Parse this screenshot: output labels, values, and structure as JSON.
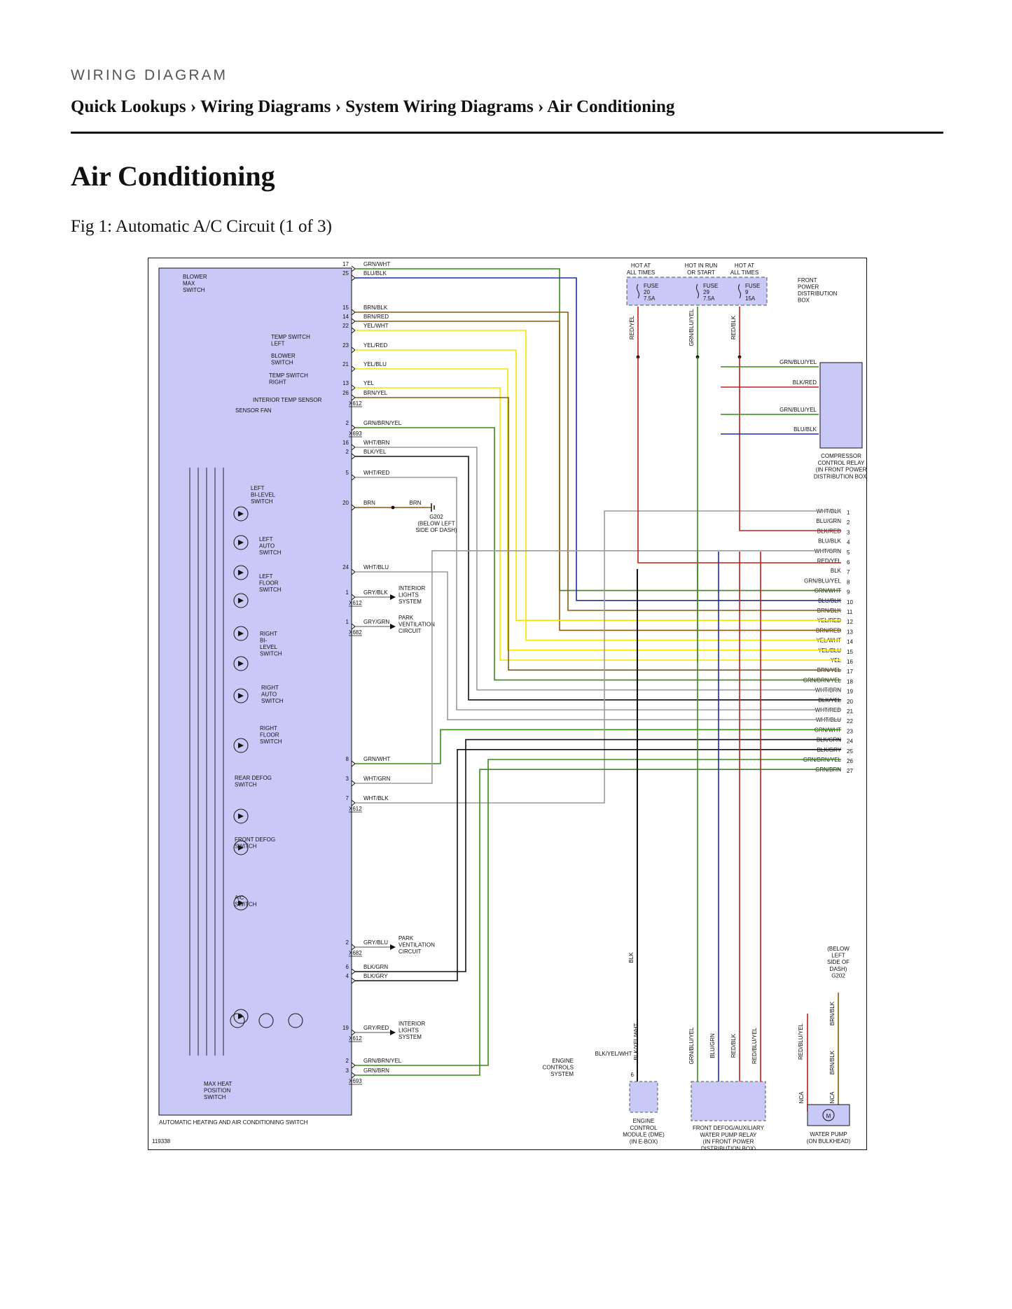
{
  "header": {
    "kicker": "WIRING DIAGRAM",
    "breadcrumb": "Quick Lookups › Wiring Diagrams › System Wiring Diagrams › Air Conditioning"
  },
  "page": {
    "title": "Air Conditioning",
    "figure_caption": "Fig 1: Automatic A/C Circuit (1 of 3)"
  },
  "colors": {
    "module_fill": "#c9c9f7",
    "GRN": "#3a8a1a",
    "BLU": "#1a2fa8",
    "BRN": "#8a5a10",
    "RED": "#c21e1e",
    "YEL": "#f2e600",
    "WHT": "#9a9a9a",
    "BLK": "#111111",
    "GRY": "#8a8a8a"
  },
  "diagram": {
    "figure_id": "119338",
    "module_label": "AUTOMATIC HEATING AND AIR CONDITIONING SWITCH",
    "hot_labels": [
      {
        "id": "h1",
        "lines": [
          "HOT AT",
          "ALL TIMES"
        ]
      },
      {
        "id": "h2",
        "lines": [
          "HOT IN RUN",
          "OR START"
        ]
      },
      {
        "id": "h3",
        "lines": [
          "HOT AT",
          "ALL TIMES"
        ]
      }
    ],
    "fuses": [
      {
        "id": "f20",
        "lines": [
          "FUSE",
          "20",
          "7.5A"
        ],
        "wire": "RED/YEL",
        "color": "RED"
      },
      {
        "id": "f29",
        "lines": [
          "FUSE",
          "29",
          "7.5A"
        ],
        "wire": "GRN/BLU/YEL",
        "color": "GRN"
      },
      {
        "id": "f9",
        "lines": [
          "FUSE",
          "9",
          "15A"
        ],
        "wire": "RED/BLK",
        "color": "RED"
      }
    ],
    "power_box_label": [
      "FRONT",
      "POWER",
      "DISTRIBUTION",
      "BOX"
    ],
    "module_switch_labels": [
      {
        "id": "blower-max",
        "lines": [
          "BLOWER",
          "MAX",
          "SWITCH"
        ]
      },
      {
        "id": "temp-left",
        "lines": [
          "TEMP SWITCH",
          "LEFT"
        ]
      },
      {
        "id": "blower-switch",
        "lines": [
          "BLOWER",
          "SWITCH"
        ]
      },
      {
        "id": "temp-right",
        "lines": [
          "TEMP SWITCH",
          "RIGHT"
        ]
      },
      {
        "id": "interior-temp",
        "lines": [
          "INTERIOR TEMP SENSOR"
        ]
      },
      {
        "id": "sensor-fan",
        "lines": [
          "SENSOR FAN"
        ]
      },
      {
        "id": "left-bilevel",
        "lines": [
          "LEFT",
          "BI-LEVEL",
          "SWITCH"
        ]
      },
      {
        "id": "left-auto",
        "lines": [
          "LEFT",
          "AUTO",
          "SWITCH"
        ]
      },
      {
        "id": "left-floor",
        "lines": [
          "LEFT",
          "FLOOR",
          "SWITCH"
        ]
      },
      {
        "id": "right-bilevel",
        "lines": [
          "RIGHT",
          "BI-",
          "LEVEL",
          "SWITCH"
        ]
      },
      {
        "id": "right-auto",
        "lines": [
          "RIGHT",
          "AUTO",
          "SWITCH"
        ]
      },
      {
        "id": "right-floor",
        "lines": [
          "RIGHT",
          "FLOOR",
          "SWITCH"
        ]
      },
      {
        "id": "rear-defog",
        "lines": [
          "REAR DEFOG",
          "SWITCH"
        ]
      },
      {
        "id": "front-defog",
        "lines": [
          "FRONT DEFOG",
          "SWITCH"
        ]
      },
      {
        "id": "ac-switch",
        "lines": [
          "A/C",
          "SWITCH"
        ]
      },
      {
        "id": "max-heat",
        "lines": [
          "MAX HEAT",
          "POSITION",
          "SWITCH"
        ]
      }
    ],
    "module_pins": [
      {
        "pin": "17",
        "wire": "GRN/WHT",
        "colors": [
          "GRN",
          "WHT"
        ]
      },
      {
        "pin": "25",
        "wire": "BLU/BLK",
        "colors": [
          "BLU",
          "BLK"
        ]
      },
      {
        "pin": "15",
        "wire": "BRN/BLK",
        "colors": [
          "BRN",
          "BLK"
        ]
      },
      {
        "pin": "14",
        "wire": "BRN/RED",
        "colors": [
          "BRN",
          "RED"
        ]
      },
      {
        "pin": "22",
        "wire": "YEL/WHT",
        "colors": [
          "YEL",
          "WHT"
        ]
      },
      {
        "pin": "23",
        "wire": "YEL/RED",
        "colors": [
          "YEL",
          "RED"
        ]
      },
      {
        "pin": "21",
        "wire": "YEL/BLU",
        "colors": [
          "YEL",
          "BLU"
        ]
      },
      {
        "pin": "13",
        "wire": "YEL",
        "colors": [
          "YEL"
        ]
      },
      {
        "pin": "26",
        "wire": "BRN/YEL",
        "colors": [
          "BRN",
          "YEL"
        ],
        "connector": "X612"
      },
      {
        "pin": "2",
        "wire": "GRN/BRN/YEL",
        "colors": [
          "GRN",
          "BRN"
        ],
        "connector": "X693"
      },
      {
        "pin": "16",
        "wire": "WHT/BRN",
        "colors": [
          "WHT",
          "BRN"
        ]
      },
      {
        "pin": "2",
        "wire": "BLK/YEL",
        "colors": [
          "BLK",
          "YEL"
        ]
      },
      {
        "pin": "5",
        "wire": "WHT/RED",
        "colors": [
          "WHT",
          "RED"
        ]
      },
      {
        "pin": "20",
        "wire": "BRN",
        "colors": [
          "BRN"
        ],
        "ground": "BRN"
      },
      {
        "pin": "24",
        "wire": "WHT/BLU",
        "colors": [
          "WHT",
          "BLU"
        ]
      },
      {
        "pin": "1",
        "wire": "GRY/BLK",
        "colors": [
          "GRY",
          "BLK"
        ],
        "connector": "X612",
        "dest": [
          "INTERIOR",
          "LIGHTS",
          "SYSTEM"
        ]
      },
      {
        "pin": "1",
        "wire": "GRY/GRN",
        "colors": [
          "GRY",
          "GRN"
        ],
        "connector": "X682",
        "dest": [
          "PARK",
          "VENTILATION",
          "CIRCUIT"
        ]
      },
      {
        "pin": "8",
        "wire": "GRN/WHT",
        "colors": [
          "GRN",
          "WHT"
        ]
      },
      {
        "pin": "3",
        "wire": "WHT/GRN",
        "colors": [
          "WHT",
          "GRN"
        ]
      },
      {
        "pin": "7",
        "wire": "WHT/BLK",
        "colors": [
          "WHT",
          "BLK"
        ],
        "connector": "X612"
      },
      {
        "pin": "2",
        "wire": "GRY/BLU",
        "colors": [
          "GRY",
          "BLU"
        ],
        "connector": "X682",
        "dest": [
          "PARK",
          "VENTILATION",
          "CIRCUIT"
        ]
      },
      {
        "pin": "6",
        "wire": "BLK/GRN",
        "colors": [
          "BLK",
          "GRN"
        ]
      },
      {
        "pin": "4",
        "wire": "BLK/GRY",
        "colors": [
          "BLK",
          "GRY"
        ]
      },
      {
        "pin": "19",
        "wire": "GRY/RED",
        "colors": [
          "GRY",
          "RED"
        ],
        "connector": "X612",
        "dest": [
          "INTERIOR",
          "LIGHTS",
          "SYSTEM"
        ]
      },
      {
        "pin": "2",
        "wire": "GRN/BRN/YEL",
        "colors": [
          "GRN",
          "BRN"
        ]
      },
      {
        "pin": "3",
        "wire": "GRN/BRN",
        "colors": [
          "GRN",
          "BRN"
        ],
        "connector": "X693"
      }
    ],
    "ground_g202_left": [
      "G202",
      "(BELOW LEFT",
      "SIDE OF DASH)"
    ],
    "compressor_relay": {
      "label": [
        "COMPRESSOR",
        "CONTROL RELAY",
        "(IN FRONT POWER",
        "DISTRIBUTION BOX)"
      ],
      "wires": [
        "GRN/BLU/YEL",
        "BLK/RED",
        "GRN/BLU/YEL",
        "BLU/BLK"
      ]
    },
    "connector_27": [
      {
        "pin": "1",
        "wire": "WHT/BLK"
      },
      {
        "pin": "2",
        "wire": "BLU/GRN"
      },
      {
        "pin": "3",
        "wire": "BLK/RED"
      },
      {
        "pin": "4",
        "wire": "BLU/BLK"
      },
      {
        "pin": "5",
        "wire": "WHT/GRN"
      },
      {
        "pin": "6",
        "wire": "RED/YEL"
      },
      {
        "pin": "7",
        "wire": "BLK"
      },
      {
        "pin": "8",
        "wire": "GRN/BLU/YEL"
      },
      {
        "pin": "9",
        "wire": "GRN/WHT"
      },
      {
        "pin": "10",
        "wire": "BLU/BLK"
      },
      {
        "pin": "11",
        "wire": "BRN/BLK"
      },
      {
        "pin": "12",
        "wire": "YEL/RED"
      },
      {
        "pin": "13",
        "wire": "BRN/RED"
      },
      {
        "pin": "14",
        "wire": "YEL/WHT"
      },
      {
        "pin": "15",
        "wire": "YEL/BLU"
      },
      {
        "pin": "16",
        "wire": "YEL"
      },
      {
        "pin": "17",
        "wire": "BRN/YEL"
      },
      {
        "pin": "18",
        "wire": "GRN/BRN/YEL"
      },
      {
        "pin": "19",
        "wire": "WHT/BRN"
      },
      {
        "pin": "20",
        "wire": "BLK/YEL"
      },
      {
        "pin": "21",
        "wire": "WHT/RED"
      },
      {
        "pin": "22",
        "wire": "WHT/BLU"
      },
      {
        "pin": "23",
        "wire": "GRN/WHT"
      },
      {
        "pin": "24",
        "wire": "BLK/GRN"
      },
      {
        "pin": "25",
        "wire": "BLK/GRY"
      },
      {
        "pin": "26",
        "wire": "GRN/BRN/YEL"
      },
      {
        "pin": "27",
        "wire": "GRN/BRN"
      }
    ],
    "bottom": {
      "blk": "BLK",
      "blk_yel_wht": "BLK/YEL/WHT",
      "engine_controls": [
        "ENGINE",
        "CONTROLS",
        "SYSTEM"
      ],
      "dme_pin": "6",
      "dme_label": [
        "ENGINE",
        "CONTROL",
        "MODULE (DME)",
        "(IN E-BOX)"
      ],
      "relay_wires": [
        "GRN/BLU/YEL",
        "BLU/GRN",
        "RED/BLK",
        "RED/BLU/YEL"
      ],
      "relay_label": [
        "FRONT DEFOG/AUXILIARY",
        "WATER PUMP RELAY",
        "(IN FRONT POWER",
        "DISTRIBUTION BOX)"
      ],
      "pump_wires": [
        "RED/BLU/YEL",
        "BRN/BLK"
      ],
      "nca": "NCA",
      "ground_g202_right": [
        "(BELOW",
        "LEFT",
        "SIDE OF",
        "DASH)",
        "G202"
      ],
      "brn_blk_top": "BRN/BLK",
      "motor_symbol": "M",
      "pump_label": [
        "WATER PUMP",
        "(ON BULKHEAD)"
      ]
    }
  }
}
